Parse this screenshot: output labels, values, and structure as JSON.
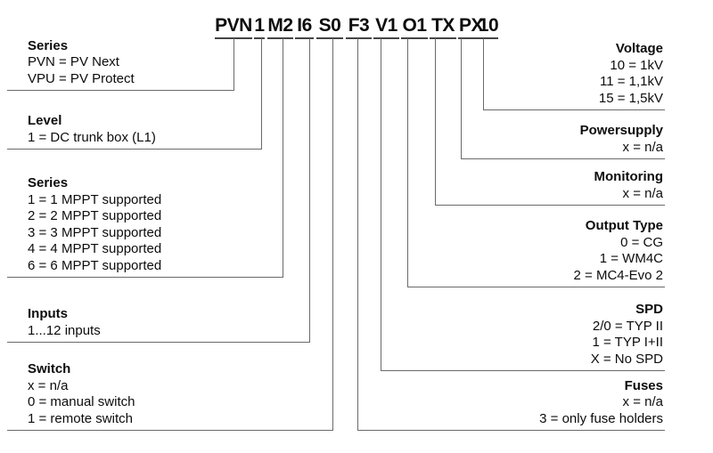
{
  "code": {
    "segments": [
      "PVN",
      "1",
      "M2",
      "I6",
      "S0",
      "F3",
      "V1",
      "O1",
      "TX",
      "PX",
      "10"
    ]
  },
  "left_sections": [
    {
      "title": "Series",
      "lines": [
        "PVN = PV Next",
        "VPU = PV Protect"
      ]
    },
    {
      "title": "Level",
      "lines": [
        "1 = DC trunk box (L1)"
      ]
    },
    {
      "title": "Series",
      "lines": [
        "1 = 1 MPPT supported",
        "2 = 2 MPPT supported",
        "3 = 3 MPPT supported",
        "4 = 4 MPPT supported",
        "6 = 6 MPPT supported"
      ]
    },
    {
      "title": "Inputs",
      "lines": [
        "1...12 inputs"
      ]
    },
    {
      "title": "Switch",
      "lines": [
        "x = n/a",
        "0 = manual switch",
        "1 = remote switch"
      ]
    }
  ],
  "right_sections": [
    {
      "title": "Voltage",
      "lines": [
        "10 = 1kV",
        "11 = 1,1kV",
        "15 = 1,5kV"
      ]
    },
    {
      "title": "Powersupply",
      "lines": [
        "x = n/a"
      ]
    },
    {
      "title": "Monitoring",
      "lines": [
        "x = n/a"
      ]
    },
    {
      "title": "Output Type",
      "lines": [
        "0 = CG",
        "1 = WM4C",
        "2 = MC4-Evo 2"
      ]
    },
    {
      "title": "SPD",
      "lines": [
        "2/0 = TYP II",
        "1 = TYP I+II",
        "X = No SPD"
      ]
    },
    {
      "title": "Fuses",
      "lines": [
        "x = n/a",
        "3 = only fuse holders"
      ]
    }
  ],
  "colors": {
    "text": "#0c0c0c",
    "connector_line": "#6a6a6a",
    "title_underline": "#444444",
    "background": "#ffffff"
  }
}
